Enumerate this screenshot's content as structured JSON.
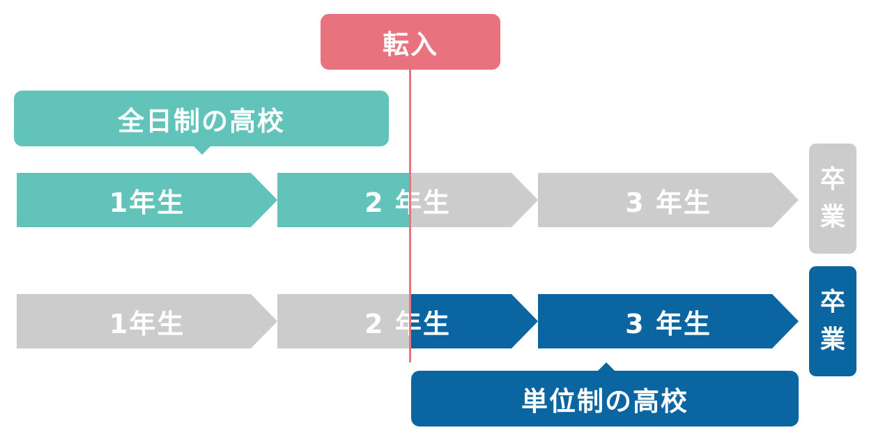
{
  "colors": {
    "fulltime": "#62c3ba",
    "inactive": "#cccccc",
    "credit": "#0b65a0",
    "transfer": "#e8727e"
  },
  "transfer": {
    "label": "転入"
  },
  "fulltime_school": {
    "label": "全日制の高校",
    "years": [
      "1年生",
      "2 年生",
      "3 年生"
    ],
    "graduation": [
      "卒",
      "業"
    ]
  },
  "credit_school": {
    "label": "単位制の高校",
    "years": [
      "1年生",
      "2 年生",
      "3 年生"
    ],
    "graduation": [
      "卒",
      "業"
    ]
  }
}
